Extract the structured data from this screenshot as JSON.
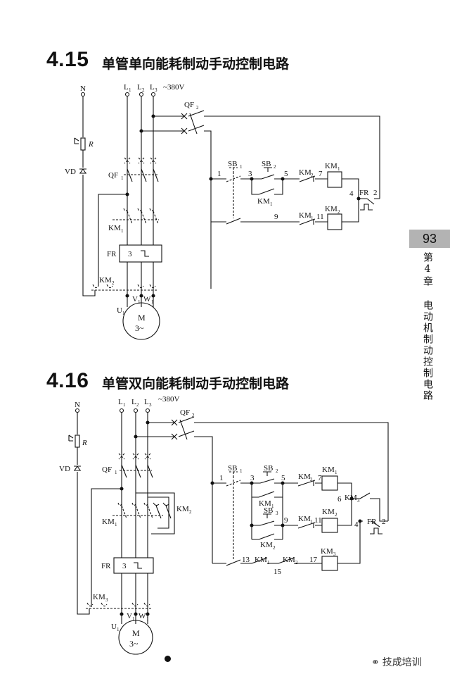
{
  "page": {
    "number": "93",
    "chapter": "第4章 电动机制动控制电路"
  },
  "sections": [
    {
      "num": "4.15",
      "title": "单管单向能耗制动手动控制电路"
    },
    {
      "num": "4.16",
      "title": "单管双向能耗制动手动控制电路"
    }
  ],
  "diagram1": {
    "supply": {
      "n": "N",
      "l1": "L",
      "l2": "L",
      "l3": "L",
      "s1": "1",
      "s2": "2",
      "s3": "3",
      "voltage": "~380V"
    },
    "components": {
      "qf2": "QF",
      "qf2_sub": "2",
      "r": "R",
      "vd": "VD",
      "qf1": "QF",
      "qf1_sub": "1",
      "km1": "KM",
      "km1_sub": "1",
      "fr": "FR",
      "fr_num": "3",
      "km2": "KM",
      "km2_sub": "2",
      "u1": "U",
      "u1_sub": "1",
      "v1": "V",
      "v1_sub": "1",
      "w1": "W",
      "w1_sub": "1",
      "motor": "M",
      "motor_phase": "3~"
    },
    "control": {
      "sb1": "SB",
      "sb1_sub": "1",
      "sb2": "SB",
      "sb2_sub": "2",
      "n1": "1",
      "n3": "3",
      "n5": "5",
      "km2c": "KM",
      "km2c_sub": "2",
      "n7": "7",
      "km1coil": "KM",
      "km1coil_sub": "1",
      "km1aux": "KM",
      "km1aux_sub": "1",
      "n4": "4",
      "frc": "FR",
      "n2": "2",
      "n9": "9",
      "km1c": "KM",
      "km1c_sub": "1",
      "n11": "11",
      "km2coil": "KM",
      "km2coil_sub": "2"
    }
  },
  "diagram2": {
    "supply": {
      "n": "N",
      "l1": "L",
      "l2": "L",
      "l3": "L",
      "s1": "1",
      "s2": "2",
      "s3": "3",
      "voltage": "~380V"
    },
    "components": {
      "qf2": "QF",
      "qf2_sub": "2",
      "r": "R",
      "vd": "VD",
      "qf1": "QF",
      "qf1_sub": "1",
      "km1": "KM",
      "km1_sub": "1",
      "km2": "KM",
      "km2_sub": "2",
      "fr": "FR",
      "fr_num": "3",
      "km3": "KM",
      "km3_sub": "3",
      "u1": "U",
      "u1_sub": "1",
      "v1": "V",
      "v1_sub": "1",
      "w1": "W",
      "w1_sub": "1",
      "motor": "M",
      "motor_phase": "3~"
    },
    "control": {
      "sb1": "SB",
      "sb1_sub": "1",
      "sb2": "SB",
      "sb2_sub": "2",
      "sb3": "SB",
      "sb3_sub": "3",
      "n1": "1",
      "n3": "3",
      "n5": "5",
      "km2a": "KM",
      "km2a_sub": "2",
      "n7": "7",
      "km1coil": "KM",
      "km1coil_sub": "1",
      "km1aux": "KM",
      "km1aux_sub": "1",
      "n9": "9",
      "km1b": "KM",
      "km1b_sub": "1",
      "n11": "11",
      "km2coil": "KM",
      "km2coil_sub": "2",
      "km2aux": "KM",
      "km2aux_sub": "2",
      "n6": "6",
      "km3a": "KM",
      "km3a_sub": "3",
      "n4": "4",
      "frc": "FR",
      "n2": "2",
      "n13": "13",
      "km1c": "KM",
      "km1c_sub": "1",
      "km2c": "KM",
      "km2c_sub": "2",
      "n15": "15",
      "n17": "17",
      "km3coil": "KM",
      "km3coil_sub": "3"
    }
  },
  "watermark": {
    "text": "技成培训",
    "icon": "wechat-icon"
  }
}
